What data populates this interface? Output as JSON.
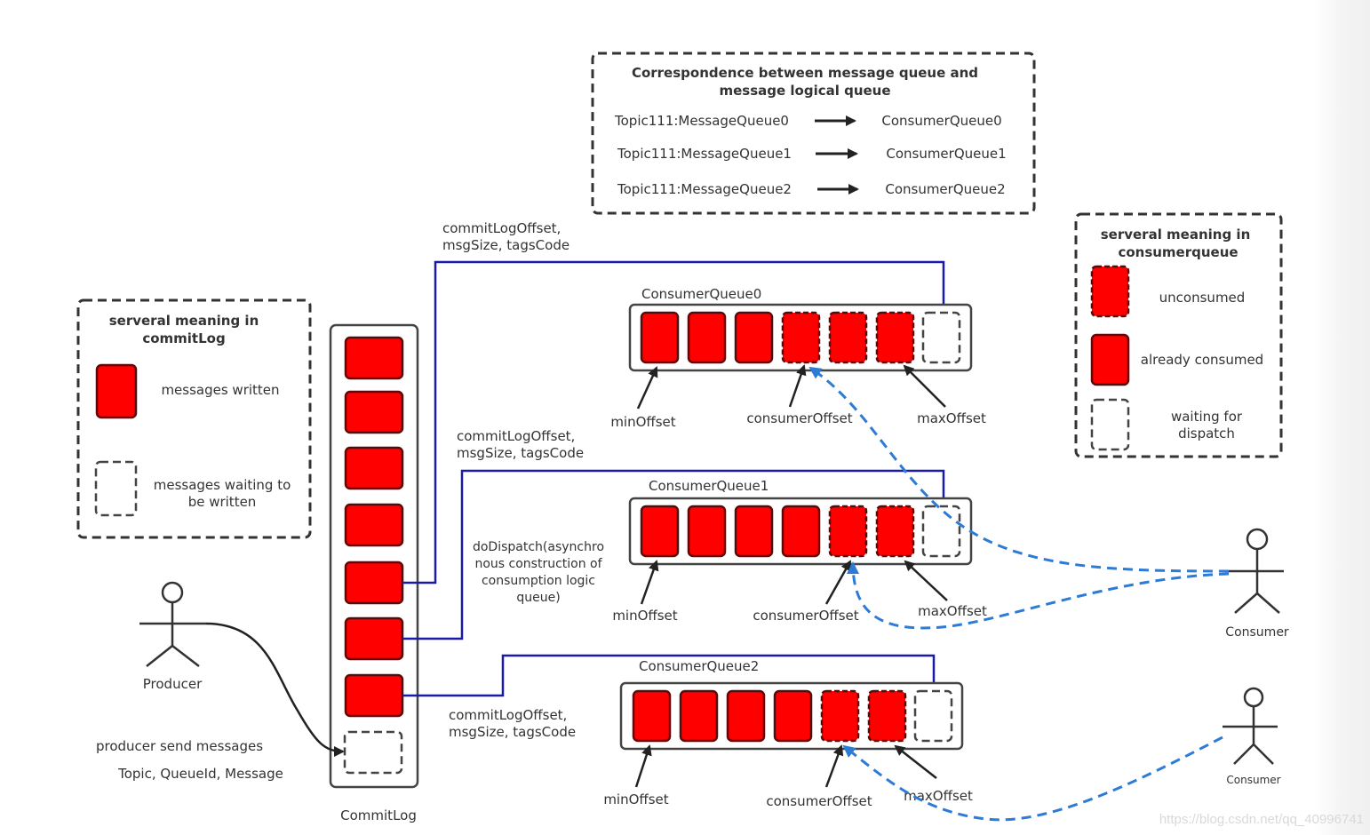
{
  "mapping_box": {
    "title_line1": "Correspondence between message queue and",
    "title_line2": "message logical queue",
    "rows": [
      {
        "from": "Topic111:MessageQueue0",
        "to": "ConsumerQueue0"
      },
      {
        "from": "Topic111:MessageQueue1",
        "to": "ConsumerQueue1"
      },
      {
        "from": "Topic111:MessageQueue2",
        "to": "ConsumerQueue2"
      }
    ]
  },
  "commitlog_legend": {
    "title_line1": "serveral meaning in",
    "title_line2": "commitLog",
    "items": [
      {
        "type": "written",
        "label_line1": "messages written",
        "label_line2": ""
      },
      {
        "type": "waiting",
        "label_line1": "messages waiting to",
        "label_line2": "be written"
      }
    ]
  },
  "consumerqueue_legend": {
    "title_line1": "serveral meaning in",
    "title_line2": "consumerqueue",
    "items": [
      {
        "type": "unconsumed",
        "label_line1": "unconsumed",
        "label_line2": ""
      },
      {
        "type": "consumed",
        "label_line1": "already consumed",
        "label_line2": ""
      },
      {
        "type": "waiting",
        "label_line1": "waiting for",
        "label_line2": "dispatch"
      }
    ]
  },
  "commitlog": {
    "label": "CommitLog",
    "written_count": 7,
    "waiting_count": 1
  },
  "producer": {
    "label": "Producer",
    "send_label_line1": "producer send messages",
    "send_label_line2": "Topic,  QueueId,  Message"
  },
  "dispatch_note": {
    "line1": "doDispatch(asynchro",
    "line2": "nous construction of",
    "line3": "consumption logic",
    "line4": "queue)"
  },
  "dispatch_labels": [
    {
      "line1": "commitLogOffset,",
      "line2": "msgSize,  tagsCode"
    },
    {
      "line1": "commitLogOffset,",
      "line2": "msgSize,  tagsCode"
    },
    {
      "line1": "commitLogOffset,",
      "line2": "msgSize,  tagsCode"
    }
  ],
  "consumer_queues": [
    {
      "name": "ConsumerQueue0",
      "cells": [
        "consumed",
        "consumed",
        "consumed",
        "unconsumed",
        "unconsumed",
        "unconsumed",
        "waiting"
      ],
      "min_label": "minOffset",
      "consumer_label": "consumerOffset",
      "max_label": "maxOffset"
    },
    {
      "name": "ConsumerQueue1",
      "cells": [
        "consumed",
        "consumed",
        "consumed",
        "consumed",
        "unconsumed",
        "unconsumed",
        "waiting"
      ],
      "min_label": "minOffset",
      "consumer_label": "consumerOffset",
      "max_label": "maxOffset"
    },
    {
      "name": "ConsumerQueue2",
      "cells": [
        "consumed",
        "consumed",
        "consumed",
        "consumed",
        "unconsumed",
        "unconsumed",
        "waiting"
      ],
      "min_label": "minOffset",
      "consumer_label": "consumerOffset",
      "max_label": "maxOffset"
    }
  ],
  "consumers": [
    {
      "label": "Consumer"
    },
    {
      "label": "Consumer"
    }
  ],
  "watermark": "https://blog.csdn.net/qq_40996741",
  "colors": {
    "message_fill": "#ff0000",
    "dispatch_line": "#1a1aa8",
    "consumer_line": "#2e7bd6"
  }
}
